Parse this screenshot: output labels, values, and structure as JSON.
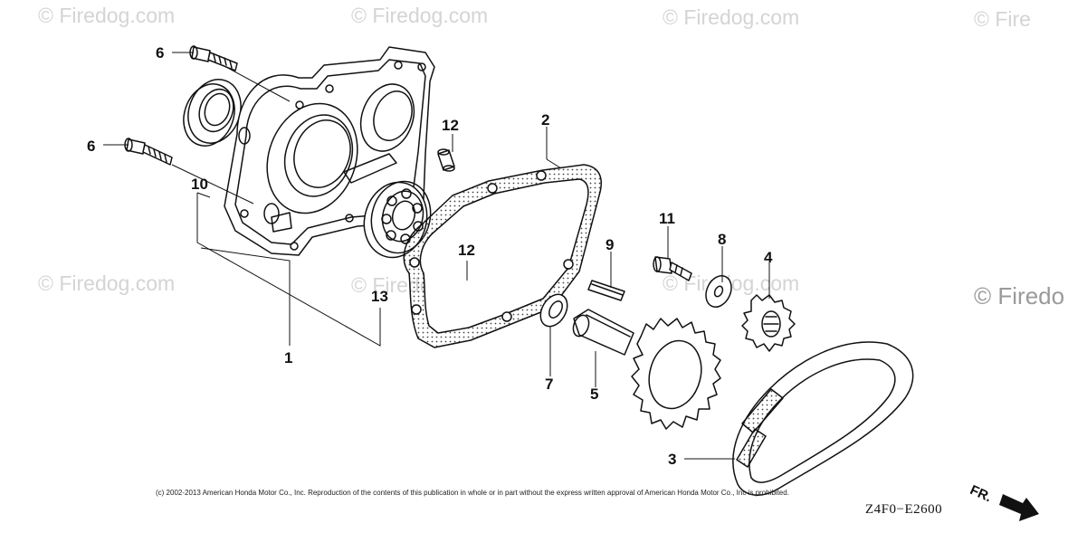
{
  "watermark": {
    "text": "© Firedog.com",
    "text_partial": "© Firedo",
    "text_edge": "© Fire"
  },
  "callouts": {
    "c1": "1",
    "c2": "2",
    "c3": "3",
    "c4": "4",
    "c5": "5",
    "c6a": "6",
    "c6b": "6",
    "c7": "7",
    "c8": "8",
    "c9": "9",
    "c10": "10",
    "c11": "11",
    "c12a": "12",
    "c12b": "12",
    "c13": "13"
  },
  "footer": {
    "copyright": "(c) 2002-2013 American Honda Motor Co., Inc. Reproduction of the contents of this publication in whole or in part without the express written approval of American Honda Motor Co., Inc is prohibited.",
    "drawing_code": "Z4F0−E2600",
    "front_label": "FR."
  },
  "colors": {
    "line": "#111111",
    "watermark": "#d4d4d4",
    "background": "#ffffff"
  }
}
